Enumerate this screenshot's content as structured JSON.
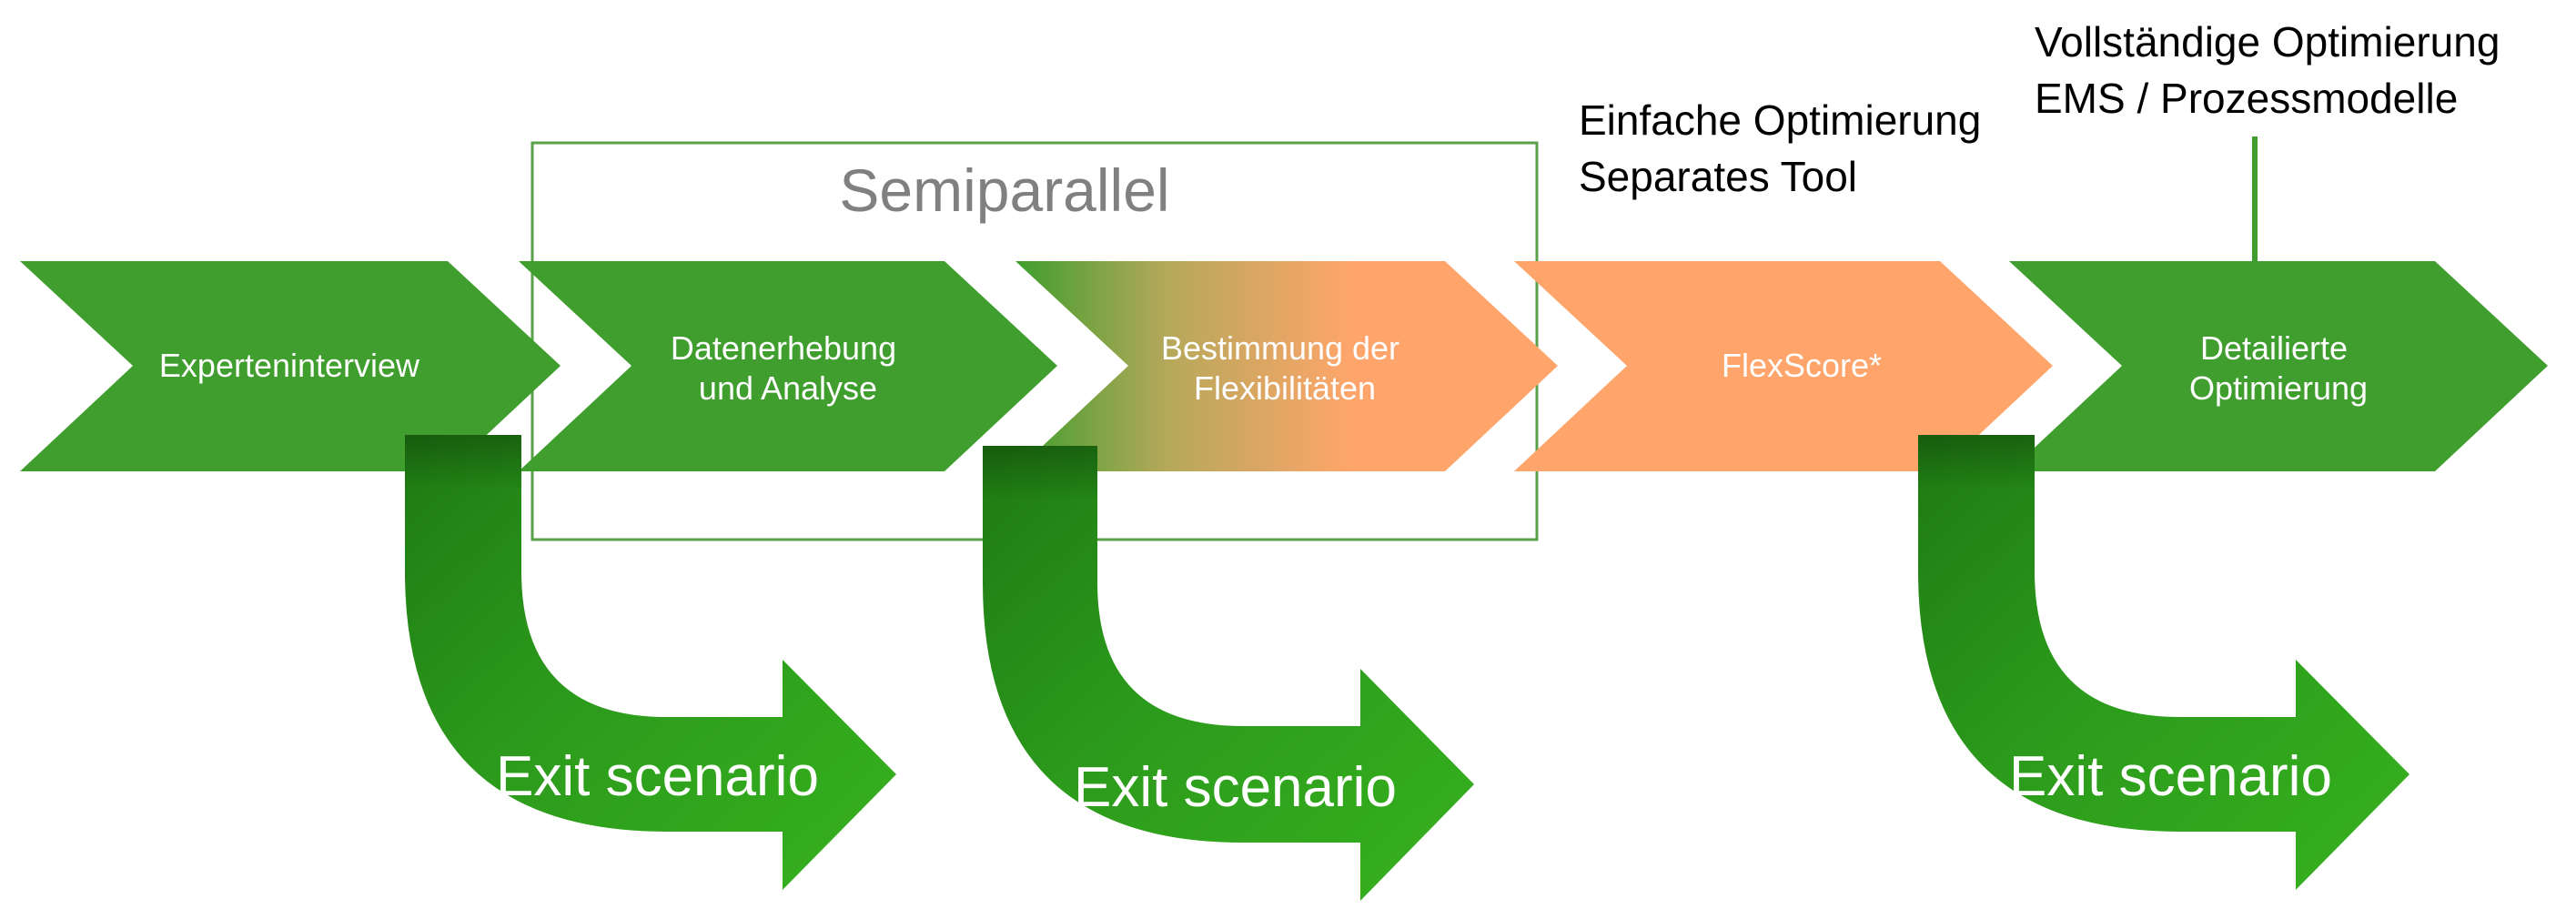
{
  "group": {
    "title": "Semiparallel"
  },
  "steps": [
    {
      "lines": [
        "Experteninterview"
      ]
    },
    {
      "lines": [
        "Datenerhebung",
        "und Analyse"
      ]
    },
    {
      "lines": [
        "Bestimmung der",
        "Flexibilitäten"
      ]
    },
    {
      "lines": [
        "FlexScore*"
      ]
    },
    {
      "lines": [
        "Detailierte",
        "Optimierung"
      ]
    }
  ],
  "notes": {
    "simple": {
      "line1": "Einfache Optimierung",
      "line2": "Separates Tool"
    },
    "full": {
      "line1": "Vollständige Optimierung",
      "line2": "EMS / Prozessmodelle"
    }
  },
  "exits": [
    {
      "label": "Exit scenario"
    },
    {
      "label": "Exit scenario"
    },
    {
      "label": "Exit scenario"
    }
  ],
  "colors": {
    "green": "#3f9e2d",
    "orange": "#ffa56b",
    "exit_green_light": "#33ad1c",
    "exit_green_dark": "#1e7a12",
    "group_border": "#58a24a"
  }
}
